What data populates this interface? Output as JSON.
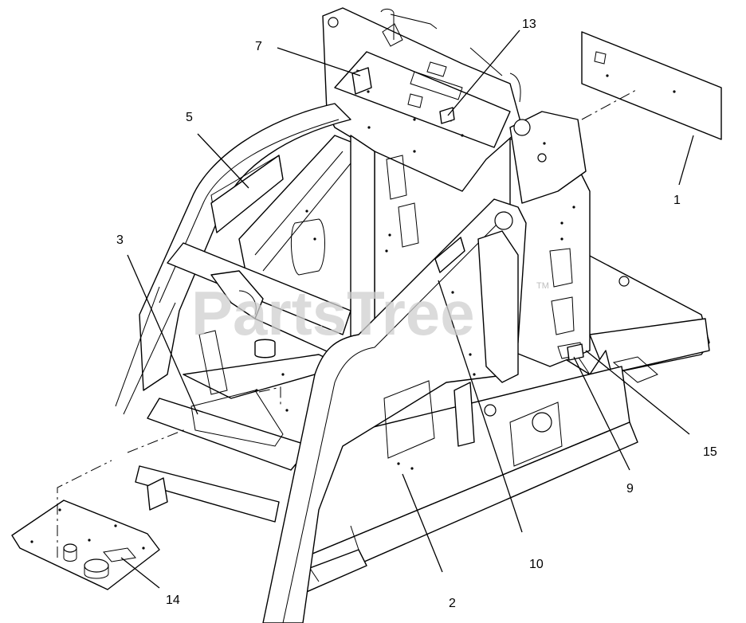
{
  "watermark": {
    "text": "PartsTree",
    "trademark": "TM"
  },
  "callouts": [
    {
      "id": "c1",
      "text": "1"
    },
    {
      "id": "c2",
      "text": "2"
    },
    {
      "id": "c3",
      "text": "3"
    },
    {
      "id": "c5",
      "text": "5"
    },
    {
      "id": "c7",
      "text": "7"
    },
    {
      "id": "c9",
      "text": "9"
    },
    {
      "id": "c10",
      "text": "10"
    },
    {
      "id": "c13",
      "text": "13"
    },
    {
      "id": "c14",
      "text": "14"
    },
    {
      "id": "c15",
      "text": "15"
    }
  ]
}
